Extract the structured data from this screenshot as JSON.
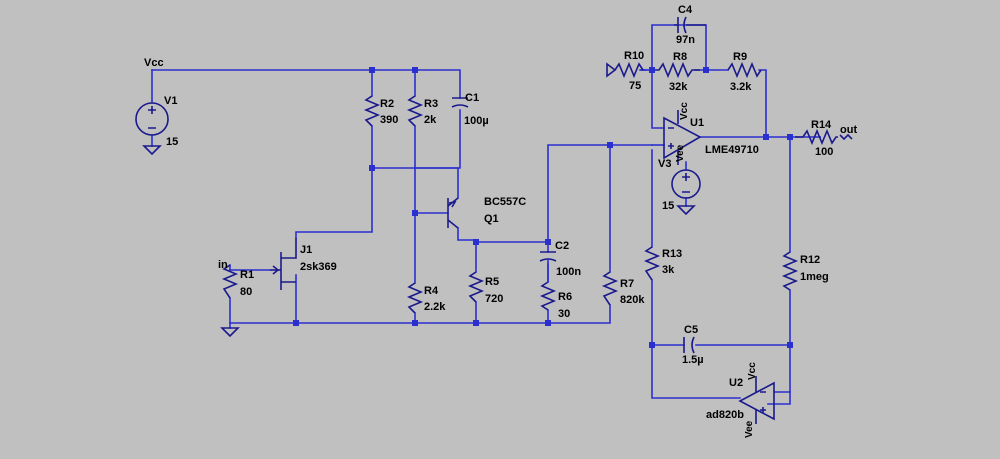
{
  "nets": {
    "vcc": "Vcc",
    "in": "in",
    "out": "out"
  },
  "sources": [
    {
      "ref": "V1",
      "value": "15"
    },
    {
      "ref": "V3",
      "value": "15"
    }
  ],
  "resistors": [
    {
      "ref": "R1",
      "value": "80"
    },
    {
      "ref": "R2",
      "value": "390"
    },
    {
      "ref": "R3",
      "value": "2k"
    },
    {
      "ref": "R4",
      "value": "2.2k"
    },
    {
      "ref": "R5",
      "value": "720"
    },
    {
      "ref": "R6",
      "value": "30"
    },
    {
      "ref": "R7",
      "value": "820k"
    },
    {
      "ref": "R8",
      "value": "32k"
    },
    {
      "ref": "R9",
      "value": "3.2k"
    },
    {
      "ref": "R10",
      "value": "75"
    },
    {
      "ref": "R12",
      "value": "1meg"
    },
    {
      "ref": "R13",
      "value": "3k"
    },
    {
      "ref": "R14",
      "value": "100"
    }
  ],
  "capacitors": [
    {
      "ref": "C1",
      "value": "100µ"
    },
    {
      "ref": "C2",
      "value": "100n"
    },
    {
      "ref": "C4",
      "value": "97n"
    },
    {
      "ref": "C5",
      "value": "1.5µ"
    }
  ],
  "transistors": [
    {
      "ref": "J1",
      "value": "2sk369"
    },
    {
      "ref": "Q1",
      "value": "BC557C"
    }
  ],
  "opamps": [
    {
      "ref": "U1",
      "value": "LME49710",
      "pin_pos": "Vcc",
      "pin_neg": "Vee"
    },
    {
      "ref": "U2",
      "value": "ad820b",
      "pin_pos": "Vcc",
      "pin_neg": "Vee"
    }
  ]
}
